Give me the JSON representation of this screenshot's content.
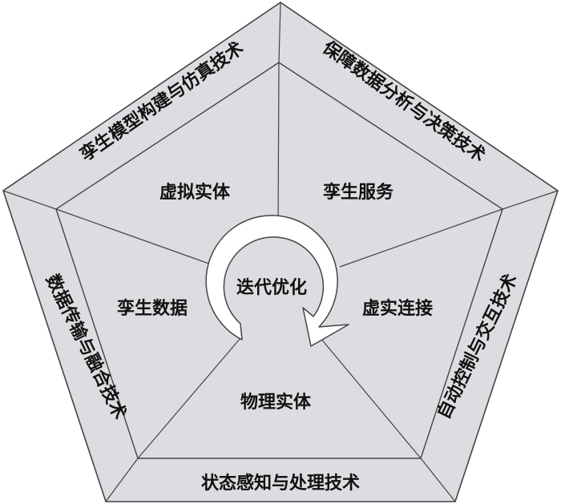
{
  "outer_labels": {
    "top_left": "孪生模型构建与仿真技术",
    "top_right": "保障数据分析与决策技术",
    "left": "数据传输与融合技术",
    "right": "自动控制与交互技术",
    "bottom": "状态感知与处理技术"
  },
  "inner_labels": {
    "top_left": "虚拟实体",
    "top_right": "孪生服务",
    "left": "孪生数据",
    "right": "虚实连接",
    "bottom": "物理实体"
  },
  "center": {
    "label": "迭代优化"
  },
  "colors": {
    "outer_ring": "#dcdde0",
    "inner_area": "#dcdde0",
    "center_arrow": "#ffffff",
    "lines": "#444444"
  }
}
